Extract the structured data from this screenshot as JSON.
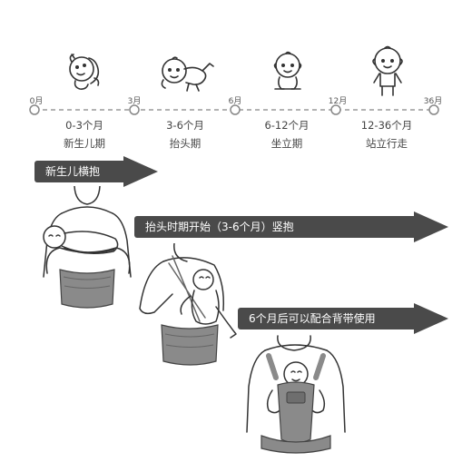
{
  "timeline": {
    "ticks": [
      "0月",
      "3月",
      "6月",
      "12月",
      "36月"
    ],
    "stages": [
      {
        "range": "0-3个月",
        "name": "新生儿期",
        "icon": "newborn-baby-icon"
      },
      {
        "range": "3-6个月",
        "name": "抬头期",
        "icon": "crawling-baby-icon"
      },
      {
        "range": "6-12个月",
        "name": "坐立期",
        "icon": "sitting-baby-icon"
      },
      {
        "range": "12-36个月",
        "name": "站立行走",
        "icon": "standing-baby-icon"
      }
    ]
  },
  "arrows": [
    {
      "label": "新生儿横抱"
    },
    {
      "label": "抬头时期开始（3-6个月）竖抱"
    },
    {
      "label": "6个月后可以配合背带使用"
    }
  ],
  "colors": {
    "arrow": "#4a4a4a",
    "timeline": "#888888",
    "carrier": "#8a8a8a",
    "outline": "#333333"
  }
}
